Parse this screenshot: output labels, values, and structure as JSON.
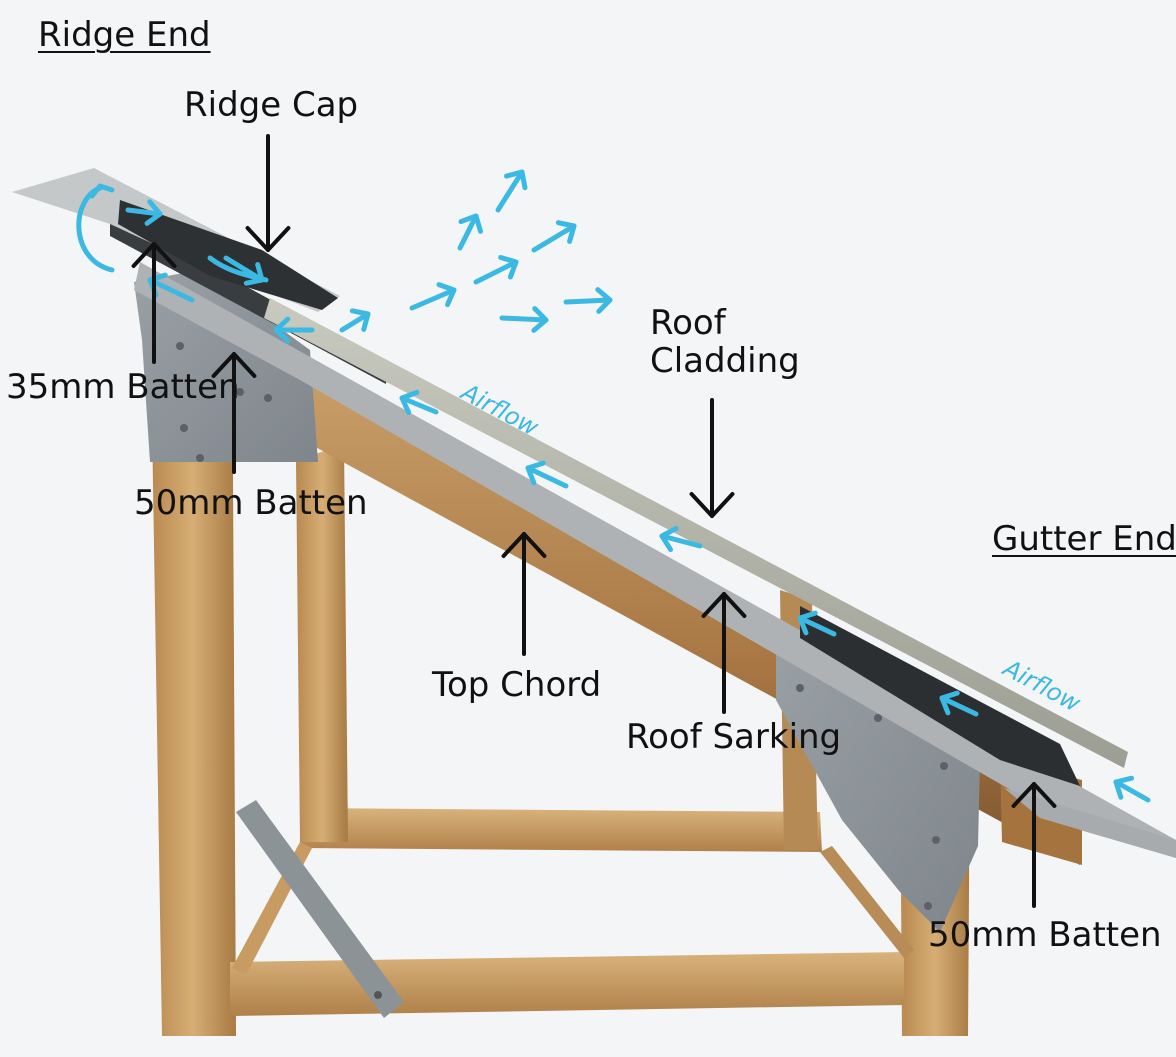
{
  "titles": {
    "ridge_end": "Ridge End",
    "gutter_end": "Gutter End"
  },
  "labels": {
    "ridge_cap": "Ridge Cap",
    "batten_35": "35mm Batten",
    "batten_50_ridge": "50mm Batten",
    "roof_cladding": "Roof\nCladding",
    "top_chord": "Top Chord",
    "roof_sarking": "Roof Sarking",
    "batten_50_gutter": "50mm Batten"
  },
  "airflow_labels": [
    "Airflow",
    "Airflow"
  ],
  "colors": {
    "airflow_arrow": "#3bb9e3",
    "label_arrow": "#111111",
    "timber": "#c9a067",
    "steel_bracket": "#8e959b",
    "cladding": "#b9bab0",
    "background": "#f4f5f6"
  }
}
